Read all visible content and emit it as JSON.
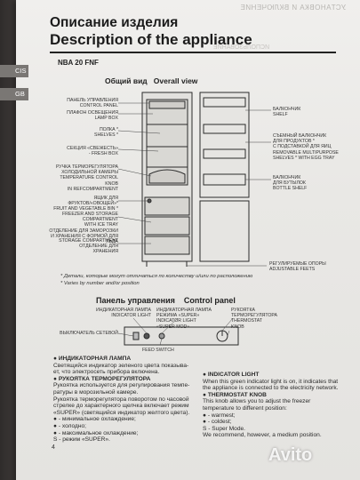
{
  "header": {
    "ru": "Описание изделия",
    "en": "Description of the appliance"
  },
  "tabs": [
    "CIS",
    "GB"
  ],
  "model": "NBA 20 FNF",
  "overview": {
    "ru": "Общий вид",
    "en": "Overall view"
  },
  "left_labels": [
    "ПАНЕЛЬ УПРАВЛЕНИЯ\nCONTROL PANEL",
    "ПЛАФОН ОСВЕЩЕНИЯ\nLAMP BOX",
    "ПОЛКА *\nSHELVES *",
    "СЕКЦИЯ «СВЕЖЕСТЬ»\n- FRESH BOX",
    "РУЧКА ТЕРМОРЕГУЛЯТОРА\nХОЛОДИЛЬНОЙ КАМЕРЫ\nTEMPERATURE CONTROL KNOB\nin REFCOMPARTMENT",
    "ЯЩИК для\nФРУКТОВ/«ОВОЩЕЙ»*\nFRUIT and VEGETABLE BIN *",
    "FREEZER and STORAGE compartment\nwith ICE TRAY\nОТДЕЛЕНИЕ для ЗАМОРОЗКИ\nи ХРАНЕНИЯ с ФОРМОЙ для ЛЬДА",
    "STORAGE compartment\nОТДЕЛЕНИЕ для ХРАНЕНИЯ"
  ],
  "right_labels": [
    "БАЛКОНЧИК\nSHELF",
    "СЪЕМНЫЙ БАЛКОНЧИК\nдля ПРОДУКТОВ *\nс ПОДСТАВКОЙ для ЯИЦ\nRemovable multipurpose\nSHELVES * with EGG TRAY",
    "БАЛКОНЧИК\nдля БУТЫЛОК\nBOTTLE SHELF",
    "РЕГУЛИРУЕМЫЕ ОПОРЫ\nADJUSTABLE FEETS"
  ],
  "notes": {
    "ru": "* Детали, которые могут отличаться по количеству и/или по расположению",
    "en": "* Varies by number and/or position"
  },
  "control_panel": {
    "ru": "Панель управления",
    "en": "Control panel"
  },
  "cp_labels": {
    "green_ru": "ИНДИКАТОРНАЯ ЛАМПА",
    "green_en": "INDICATOR LIGHT",
    "super_ru": "ИНДИКАТОРНАЯ ЛАМПА\nРЕЖИМА «SUPER»",
    "super_en": "INDICATOR LIGHT\n«SUPER MOD»",
    "knob_ru": "РУКОЯТКА\nТЕРМОРЕГУЛЯТОРА",
    "knob_en": "THERMOSTAT\nKNOB",
    "switch_ru": "ВЫКЛЮЧАТЕЛЬ СЕТЕВОЙ",
    "switch_en": "FEED SWITCH"
  },
  "ru_text": {
    "h1": "ИНДИКАТОРНАЯ ЛАМПА",
    "p1": "Светящийся индикатор зеленого цвета показыва-\nет, что электросеть прибора включена.",
    "h2": "РУКОЯТКА ТЕРМОРЕГУЛЯТОРА",
    "p2": "Рукоятка используется для регулирования темпе-\nратуры в морозильной камере.\nРукоятка терморегулятора поворотом по часовой\nстрелке до характерного щелчка включает режим\n«SUPER» (светящийся индикатор желтого цвета).\n● - минимальное охлаждение;\n● - холодно;\n● - максимальное охлаждение;\nS - режим «SUPER»."
  },
  "en_text": {
    "h1": "INDICATOR LIGHT",
    "p1": "When this green indicator light is on, it indicates that\nthe appliance is connected to the electricity network.",
    "h2": "THERMOSTAT KNOB",
    "p2": "This knob allows you to adjust the freezer\ntemperature to different position:\n● - warmest;\n● - coldest;\nS - Super Mode.\nWe recommend, however, a medium position."
  },
  "page_number": "4",
  "watermark": "Avito"
}
